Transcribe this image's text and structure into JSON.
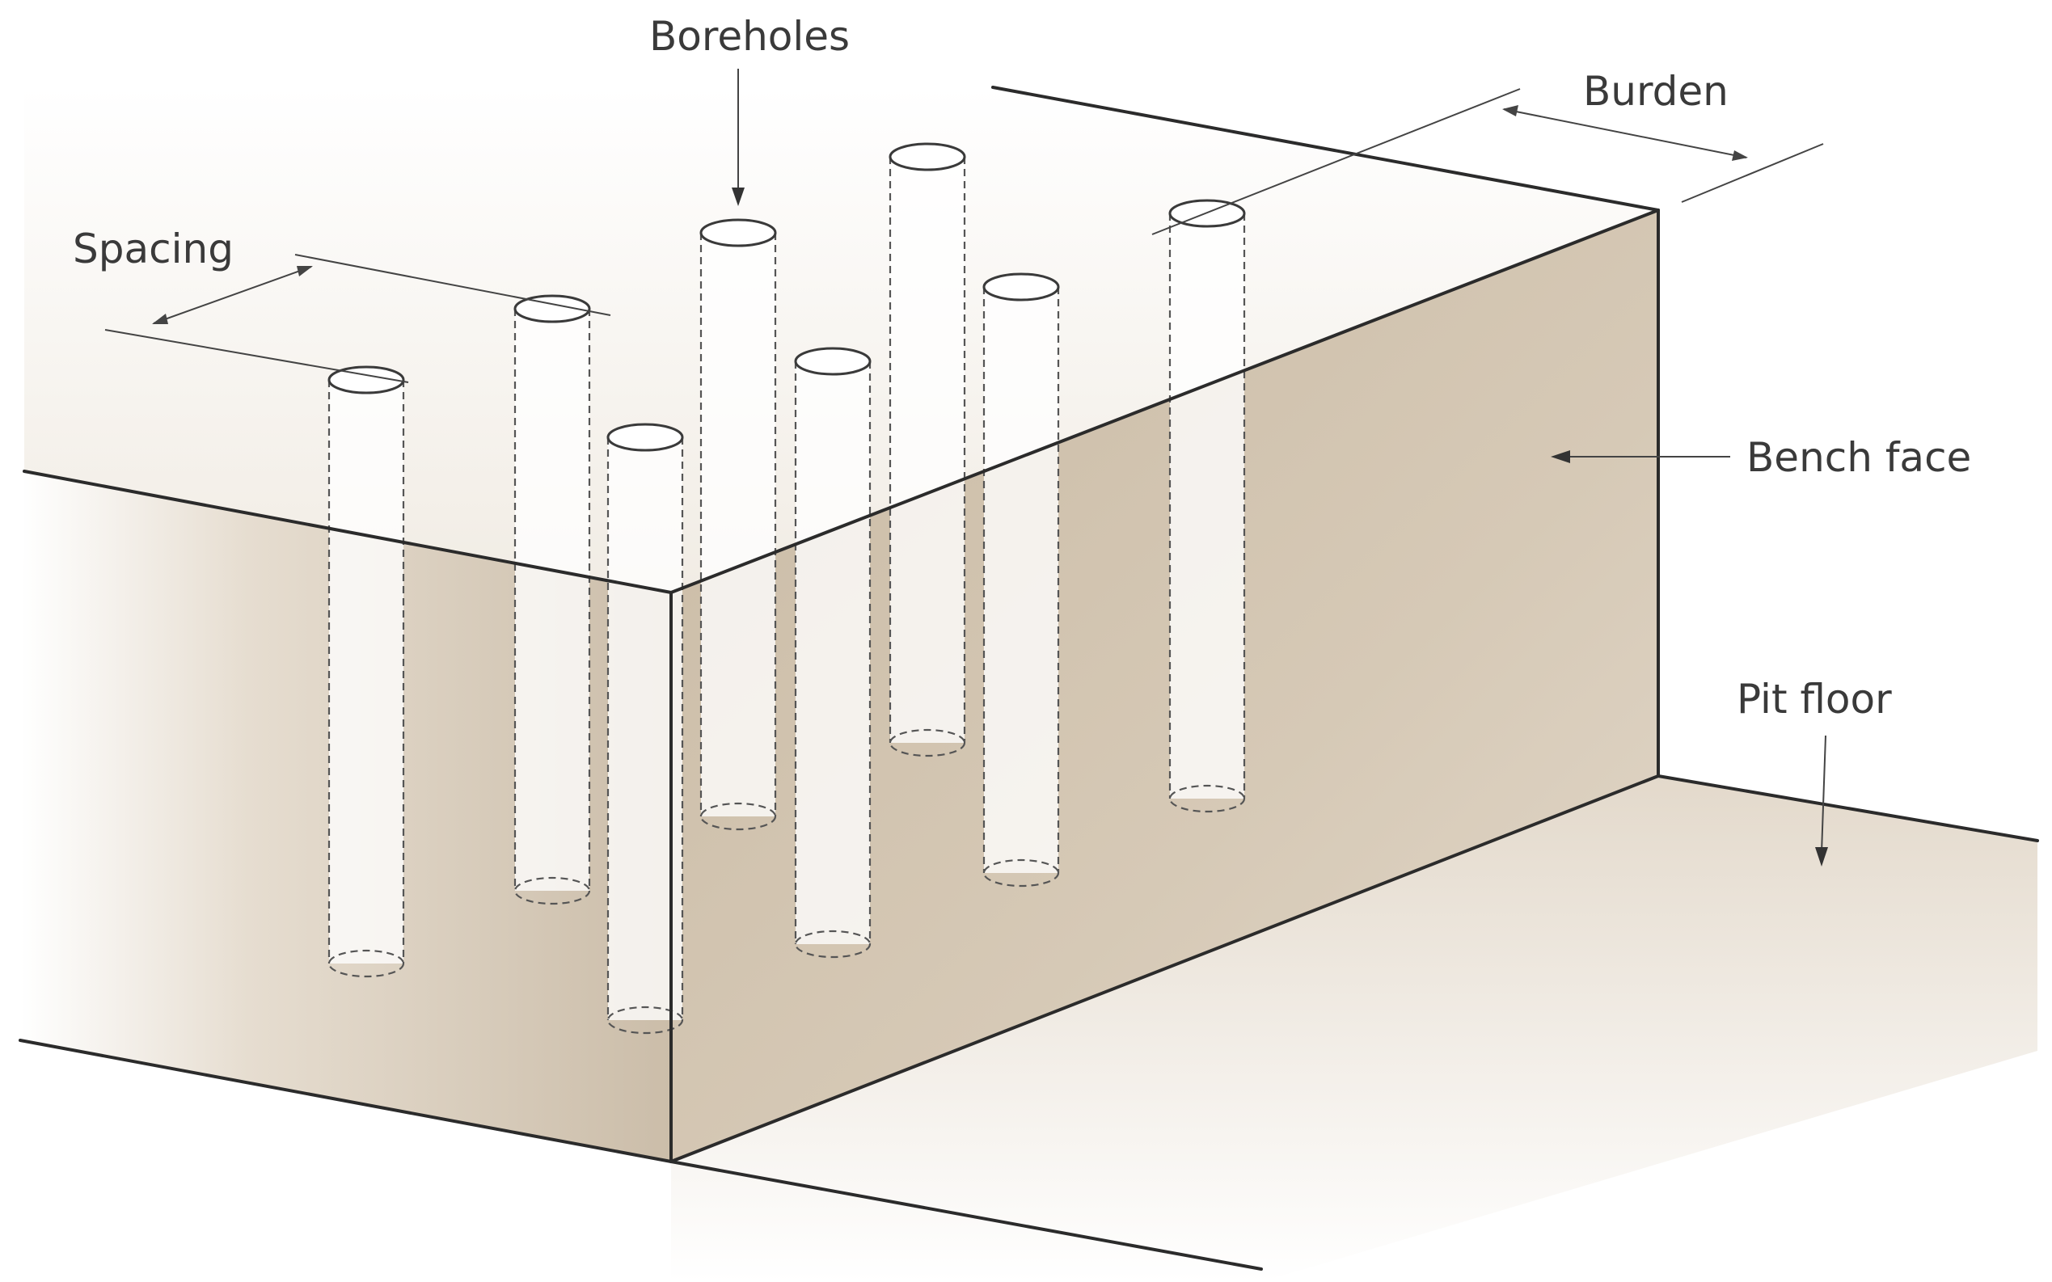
{
  "labels": {
    "boreholes": "Boreholes",
    "burden": "Burden",
    "spacing": "Spacing",
    "bench_face": "Bench face",
    "pit_floor": "Pit floor"
  },
  "colors": {
    "bench_face": "#cfc2b0",
    "bench_front": "#d8ccbc",
    "pit_floor": "#e8e0d4",
    "edge": "#2b2b2b"
  }
}
